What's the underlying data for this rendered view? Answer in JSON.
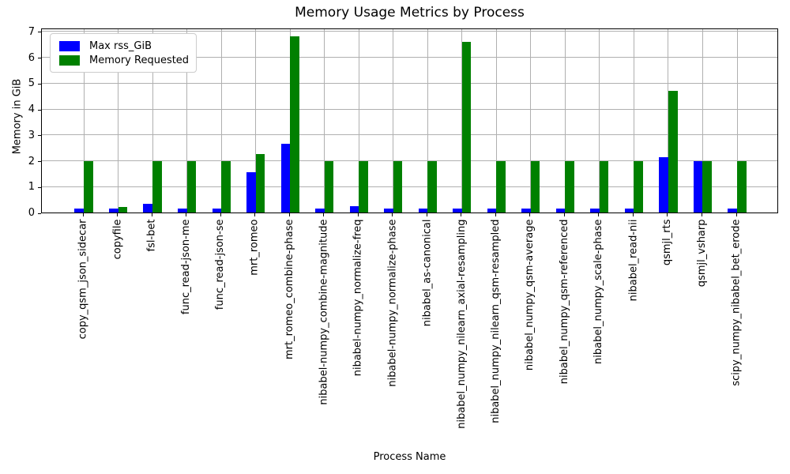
{
  "figure": {
    "background": "#ffffff",
    "text_color": "#000000"
  },
  "chart_data": {
    "type": "bar",
    "title": "Memory Usage Metrics by Process",
    "xlabel": "Process Name",
    "ylabel": "Memory in GiB",
    "ylim": [
      0,
      7.15
    ],
    "yticks": [
      0,
      1,
      2,
      3,
      4,
      5,
      6,
      7
    ],
    "grid": true,
    "grid_color": "#b0b0b0",
    "legend_position": "upper-left",
    "categories": [
      "copy_qsm_json_sidecar",
      "copyfile",
      "fsl-bet",
      "func_read-json-me",
      "func_read-json-se",
      "mrt_romeo",
      "mrt_romeo_combine-phase",
      "nibabel-numpy_combine-magnitude",
      "nibabel-numpy_normalize-freq",
      "nibabel-numpy_normalize-phase",
      "nibabel_as-canonical",
      "nibabel_numpy_nilearn_axial-resampling",
      "nibabel_numpy_nilearn_qsm-resampled",
      "nibabel_numpy_qsm-average",
      "nibabel_numpy_qsm-referenced",
      "nibabel_numpy_scale-phase",
      "nibabel_read-nii",
      "qsmjl_rts",
      "qsmjl_vsharp",
      "scipy_numpy_nibabel_bet_erode"
    ],
    "series": [
      {
        "name": "Max rss_GiB",
        "color": "#0000ff",
        "values": [
          0.15,
          0.14,
          0.33,
          0.15,
          0.15,
          1.57,
          2.67,
          0.15,
          0.25,
          0.15,
          0.15,
          0.15,
          0.15,
          0.15,
          0.15,
          0.15,
          0.15,
          2.13,
          2.0,
          0.15
        ]
      },
      {
        "name": "Memory Requested",
        "color": "#008000",
        "values": [
          2.0,
          0.22,
          2.0,
          2.0,
          2.0,
          2.27,
          6.8,
          2.0,
          2.0,
          2.0,
          2.0,
          6.6,
          2.0,
          2.0,
          2.0,
          2.0,
          2.0,
          4.72,
          2.0,
          2.0
        ]
      }
    ]
  }
}
